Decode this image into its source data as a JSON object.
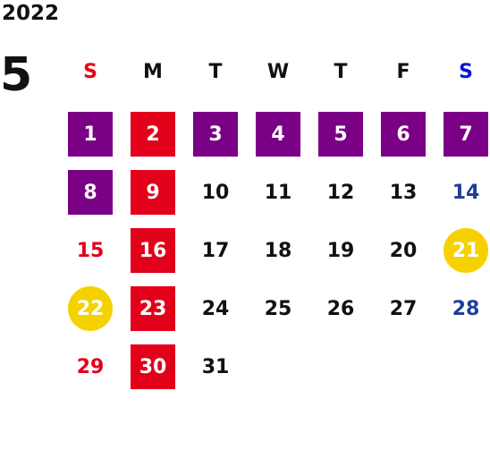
{
  "calendar": {
    "year": "2022",
    "month": "5",
    "weekdays": [
      "S",
      "M",
      "T",
      "W",
      "T",
      "F",
      "S"
    ],
    "weekday_colors": [
      "#e60012",
      "#111111",
      "#111111",
      "#111111",
      "#111111",
      "#111111",
      "#0018d8"
    ],
    "colors": {
      "purple": "#7a0085",
      "red": "#e2001a",
      "yellow": "#f5d100",
      "sunday_text": "#e2001a",
      "saturday_text": "#1e3f9a",
      "default_text": "#111111",
      "on_fill_text": "#ffffff"
    },
    "weeks": [
      [
        {
          "d": "1",
          "style": "purple"
        },
        {
          "d": "2",
          "style": "red"
        },
        {
          "d": "3",
          "style": "purple"
        },
        {
          "d": "4",
          "style": "purple"
        },
        {
          "d": "5",
          "style": "purple"
        },
        {
          "d": "6",
          "style": "purple"
        },
        {
          "d": "7",
          "style": "purple"
        }
      ],
      [
        {
          "d": "8",
          "style": "purple"
        },
        {
          "d": "9",
          "style": "red"
        },
        {
          "d": "10",
          "style": "plain"
        },
        {
          "d": "11",
          "style": "plain"
        },
        {
          "d": "12",
          "style": "plain"
        },
        {
          "d": "13",
          "style": "plain"
        },
        {
          "d": "14",
          "style": "plain"
        }
      ],
      [
        {
          "d": "15",
          "style": "plain"
        },
        {
          "d": "16",
          "style": "red"
        },
        {
          "d": "17",
          "style": "plain"
        },
        {
          "d": "18",
          "style": "plain"
        },
        {
          "d": "19",
          "style": "plain"
        },
        {
          "d": "20",
          "style": "plain"
        },
        {
          "d": "21",
          "style": "yellow"
        }
      ],
      [
        {
          "d": "22",
          "style": "yellow"
        },
        {
          "d": "23",
          "style": "red"
        },
        {
          "d": "24",
          "style": "plain"
        },
        {
          "d": "25",
          "style": "plain"
        },
        {
          "d": "26",
          "style": "plain"
        },
        {
          "d": "27",
          "style": "plain"
        },
        {
          "d": "28",
          "style": "plain"
        }
      ],
      [
        {
          "d": "29",
          "style": "plain"
        },
        {
          "d": "30",
          "style": "red"
        },
        {
          "d": "31",
          "style": "plain"
        }
      ]
    ]
  }
}
